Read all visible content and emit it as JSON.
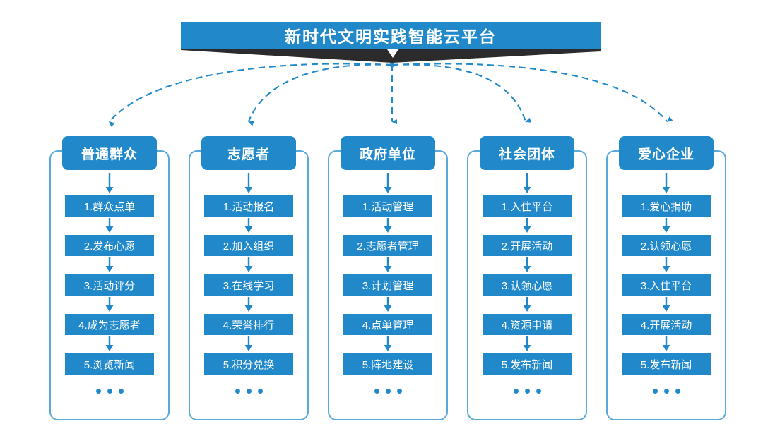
{
  "header": {
    "title": "新时代文明实践智能云平台",
    "chevron_icon": "chevron-down-icon"
  },
  "theme": {
    "primary_blue": "#2188c9",
    "border_blue": "#5aa9d8",
    "banner_dark": "#2b2b2b",
    "background": "#ffffff",
    "text_on_primary": "#ffffff"
  },
  "ellipsis": "• • •",
  "columns": [
    {
      "id": "ordinary-public",
      "header": "普通群众",
      "steps": [
        "1.群众点单",
        "2.发布心愿",
        "3.活动评分",
        "4.成为志愿者",
        "5.浏览新闻"
      ]
    },
    {
      "id": "volunteer",
      "header": "志愿者",
      "steps": [
        "1.活动报名",
        "2.加入组织",
        "3.在线学习",
        "4.荣誉排行",
        "5.积分兑换"
      ]
    },
    {
      "id": "government-unit",
      "header": "政府单位",
      "steps": [
        "1.活动管理",
        "2.志愿者管理",
        "3.计划管理",
        "4.点单管理",
        "5.阵地建设"
      ]
    },
    {
      "id": "social-group",
      "header": "社会团体",
      "steps": [
        "1.入住平台",
        "2.开展活动",
        "3.认领心愿",
        "4.资源申请",
        "5.发布新闻"
      ]
    },
    {
      "id": "charity-enterprise",
      "header": "爱心企业",
      "steps": [
        "1.爱心捐助",
        "2.认领心愿",
        "3.入住平台",
        "4.开展活动",
        "5.发布新闻"
      ]
    }
  ],
  "connectors": {
    "style": "dashed-curved-arrow",
    "origin_label": "platform-hub",
    "count": 5
  }
}
